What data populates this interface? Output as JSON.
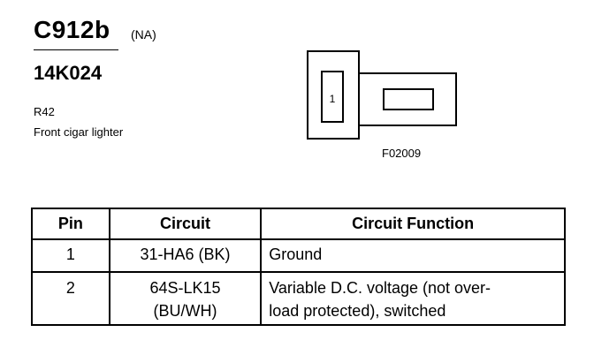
{
  "connector": {
    "id": "C912b",
    "variant": "(NA)",
    "part_number": "14K024",
    "ref": "R42",
    "description": "Front cigar lighter",
    "figure_code": "F02009",
    "figure_pin_label": "1"
  },
  "table": {
    "headers": {
      "pin": "Pin",
      "circuit": "Circuit",
      "function": "Circuit Function"
    },
    "rows": [
      {
        "pin": "1",
        "circuit": [
          "31-HA6 (BK)"
        ],
        "function": [
          "Ground"
        ]
      },
      {
        "pin": "2",
        "circuit": [
          "64S-LK15",
          "(BU/WH)"
        ],
        "function": [
          "Variable D.C. voltage (not over-",
          "load protected), switched"
        ]
      }
    ]
  }
}
